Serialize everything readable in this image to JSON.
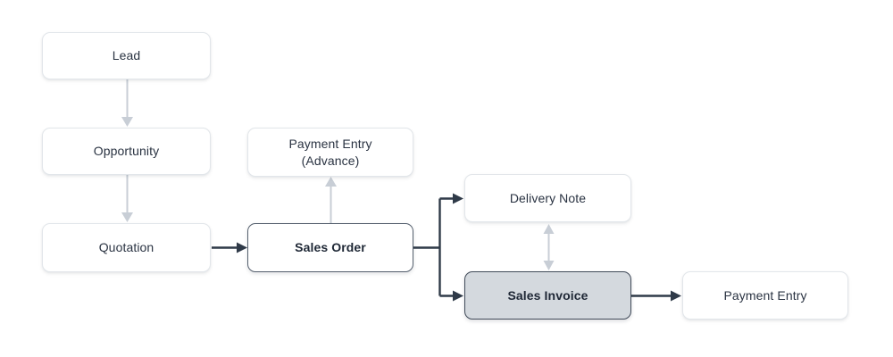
{
  "diagram": {
    "nodes": [
      {
        "id": "lead",
        "label": "Lead"
      },
      {
        "id": "opportunity",
        "label": "Opportunity"
      },
      {
        "id": "quotation",
        "label": "Quotation"
      },
      {
        "id": "payment-entry-advance",
        "label": "Payment Entry",
        "label2": "(Advance)"
      },
      {
        "id": "sales-order",
        "label": "Sales Order",
        "emphasis": "outlined"
      },
      {
        "id": "delivery-note",
        "label": "Delivery Note"
      },
      {
        "id": "sales-invoice",
        "label": "Sales Invoice",
        "emphasis": "filled"
      },
      {
        "id": "payment-entry",
        "label": "Payment Entry"
      }
    ],
    "edges": [
      {
        "from": "Lead",
        "to": "Opportunity",
        "style": "muted",
        "bidirectional": false
      },
      {
        "from": "Opportunity",
        "to": "Quotation",
        "style": "muted",
        "bidirectional": false
      },
      {
        "from": "Quotation",
        "to": "Sales Order",
        "style": "strong",
        "bidirectional": false
      },
      {
        "from": "Sales Order",
        "to": "Payment Entry (Advance)",
        "style": "muted",
        "bidirectional": false
      },
      {
        "from": "Sales Order",
        "to": "Delivery Note",
        "style": "strong",
        "bidirectional": false
      },
      {
        "from": "Sales Order",
        "to": "Sales Invoice",
        "style": "strong",
        "bidirectional": false
      },
      {
        "from": "Delivery Note",
        "to": "Sales Invoice",
        "style": "muted",
        "bidirectional": true
      },
      {
        "from": "Sales Invoice",
        "to": "Payment Entry",
        "style": "strong",
        "bidirectional": false
      }
    ],
    "colors": {
      "background": "#ffffff",
      "box_fill": "#ffffff",
      "box_border": "#e2e6ea",
      "highlight_fill": "#d4d9de",
      "strong_border": "#414b59",
      "muted_arrow": "#c8ced6",
      "strong_arrow": "#2f3a48",
      "text": "#2a3342"
    }
  }
}
